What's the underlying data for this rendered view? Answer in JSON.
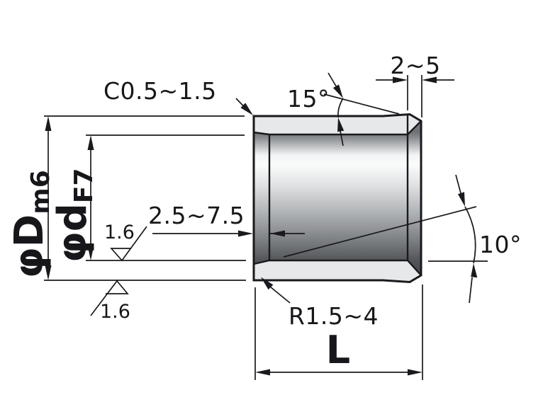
{
  "drawing": {
    "type": "bushing-section-dimension-drawing",
    "labels": {
      "chamfer": "C0.5~1.5",
      "taper_angle": "15°",
      "land_width": "2~5",
      "bore_depth": "2.5~7.5",
      "roughness_inner": "1.6",
      "roughness_outer": "1.6",
      "entry_angle": "10°",
      "corner_radius": "R1.5~4",
      "length": "L",
      "outer_dia": {
        "main": "φD",
        "tolerance": "m6"
      },
      "inner_dia": {
        "main": "φd",
        "tolerance": "F7"
      }
    },
    "colors": {
      "line": "#1a1a1e",
      "text": "#17171b",
      "chamfer_face": "#e7e8ea",
      "body_dark": "#404346",
      "body_mid": "#6d7073",
      "body_highlight": "#fafbfb",
      "background": "#ffffff"
    }
  }
}
